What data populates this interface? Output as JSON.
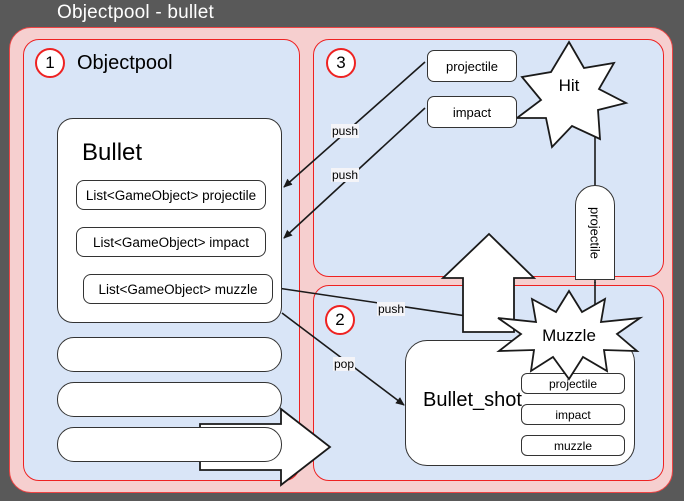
{
  "title": "Objectpool - bullet",
  "colors": {
    "background": "#595959",
    "outer_container": "#f6cfcf",
    "panel_fill": "#d9e5f7",
    "panel_border": "#ee2222",
    "shape_stroke": "#333333",
    "shape_fill": "#ffffff",
    "title_text": "#ffffff"
  },
  "panels": [
    {
      "number": "1",
      "label": "Objectpool"
    },
    {
      "number": "2",
      "label": ""
    },
    {
      "number": "3",
      "label": ""
    }
  ],
  "objectpool": {
    "card_title": "Bullet",
    "lists": [
      "List<GameObject> projectile",
      "List<GameObject> impact",
      "List<GameObject> muzzle"
    ],
    "empty_slots": [
      "",
      "",
      ""
    ]
  },
  "hit_panel": {
    "boxes": [
      "projectile",
      "impact"
    ],
    "star_label": "Hit",
    "capsule_label": "projectile"
  },
  "shot_panel": {
    "star_label": "Muzzle",
    "card_title": "Bullet_shot",
    "fields": [
      "projectile",
      "impact",
      "muzzle"
    ]
  },
  "edges": [
    {
      "id": "push-projectile",
      "label": "push"
    },
    {
      "id": "push-impact",
      "label": "push"
    },
    {
      "id": "push-muzzle",
      "label": "push"
    },
    {
      "id": "pop-bullet-shot",
      "label": "pop"
    }
  ]
}
